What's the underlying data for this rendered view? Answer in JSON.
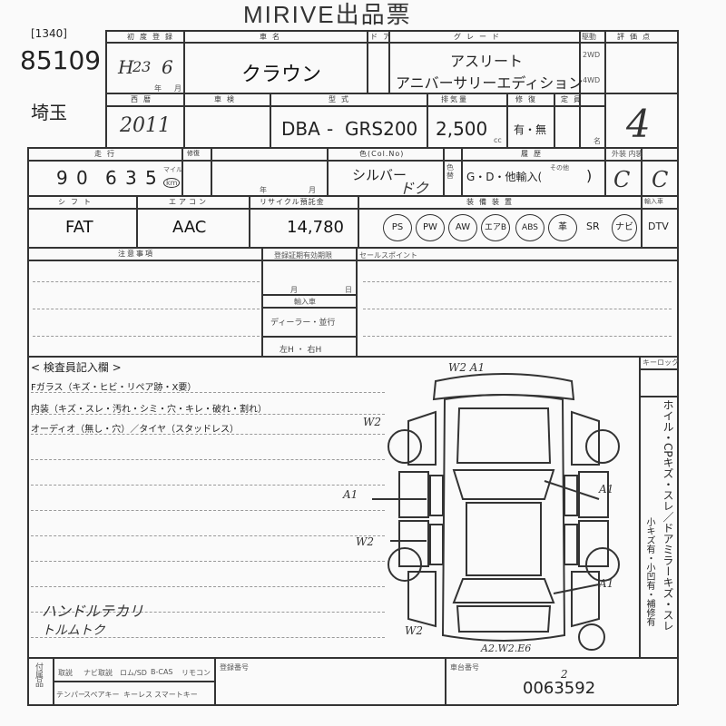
{
  "title": "MIRIVE出品票",
  "lot_prefix": "[1340]",
  "lot_number": "85109",
  "prefecture": "埼玉",
  "headers": {
    "first_reg": "初度登録",
    "car_name": "車名",
    "door": "ドア",
    "grade": "グレード",
    "drive": "駆動",
    "score": "評価点",
    "year": "西暦",
    "inspection": "車検",
    "model": "型式",
    "displacement": "排気量",
    "capacity": "定員",
    "mileage": "走行",
    "repair": "修復",
    "color": "色(Col.No)",
    "history": "履歴",
    "exterior_interior": "外装 内装",
    "shift": "シフト",
    "aircon": "エアコン",
    "recycle": "リサイクル預託金",
    "equipment": "装備装置",
    "remarks": "注意事項",
    "registration_deadline": "登録証期有効期限",
    "sales_points": "セールスポイント",
    "import": "輸入車",
    "inspector_notes": "< 検査員記入欄 >",
    "keylock": "キーロック",
    "registration_no": "登録番号",
    "chassis_no": "車台番号"
  },
  "reg_era": "H",
  "reg_year": "23",
  "reg_month": "6",
  "reg_month_unit": "月",
  "reg_year_unit": "年",
  "car_name": "クラウン",
  "grade_line1": "アスリート",
  "grade_line2": "アニバーサリーエディション",
  "drive_2wd": "2WD",
  "drive_4wd": "4WD",
  "score": "4",
  "year_ad": "2011",
  "model_prefix": "DBA",
  "model_dash": "-",
  "model_code": "GRS200",
  "displacement": "2,500",
  "displacement_unit": "cc",
  "repair_option": "有・無",
  "capacity_unit": "名",
  "mileage_digits": [
    "9",
    "0",
    "6",
    "3",
    "5"
  ],
  "mileage_unit_mile": "マイル",
  "mileage_unit_km": "km",
  "color_name": "シルバー",
  "color_hand": "ドク",
  "color_change_label": "色替",
  "history_option": "G・D・他輸入(",
  "history_close": ")",
  "history_other_label": "その他",
  "ext_grade": "C",
  "int_grade": "C",
  "reg_year_label": "年",
  "reg_month_label": "月",
  "shift_value": "FAT",
  "aircon_value": "AAC",
  "recycle_value": "14,780",
  "equipment_items": [
    "PS",
    "PW",
    "AW",
    "エアB",
    "ABS",
    "革",
    "SR",
    "ナビ",
    "DTV"
  ],
  "deadline_month_label": "月",
  "deadline_day_label": "日",
  "import_dealer_option": "ディーラー・並行",
  "import_handle_option": "左H ・ 右H",
  "notes_lines": [
    "Fガラス（キズ・ヒビ・リペア跡・X要）",
    "内装（キズ・スレ・汚れ・シミ・穴・キレ・破れ・割れ）",
    "オーディオ（無し・穴）／タイヤ（スタッドレス）"
  ],
  "handwritten_note_1": "ハンドルテカリ",
  "handwritten_note_2": "トルムトク",
  "damage_marks": [
    "W2 A1",
    "W2",
    "A1",
    "A1",
    "W2",
    "A1",
    "W2",
    "A2.W2.E6"
  ],
  "keylock_side_text": "ホイル・CPキズ・スレ／ドアミラーキズ・スレ",
  "keylock_side_text_2": "小キズ有・小凹有・補修有",
  "checkbox_labels_top": [
    "取説",
    "ナビ取説",
    "ロム/SD",
    "B-CAS",
    "リモコン"
  ],
  "checkbox_labels_bottom": [
    "テンパー",
    "スペアキー",
    "キーレス",
    "スマートキー"
  ],
  "remarks_side_label": "付属品",
  "chassis_prefix": "2",
  "chassis_number": "0063592"
}
